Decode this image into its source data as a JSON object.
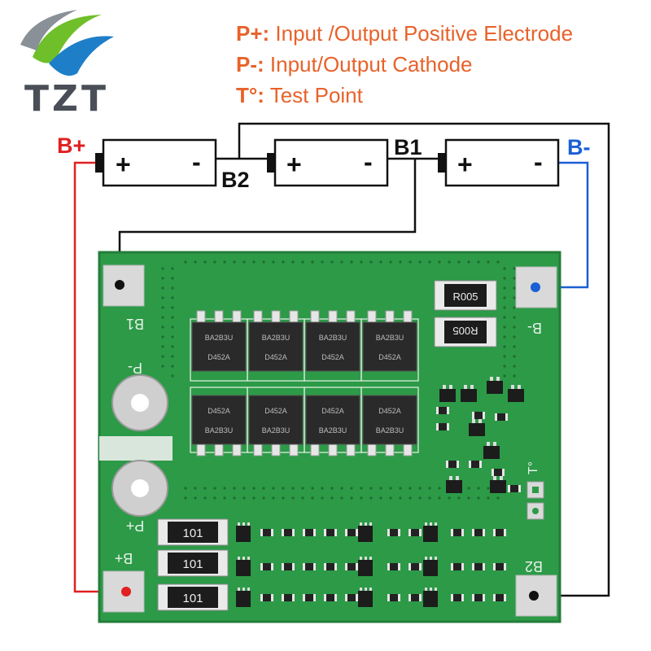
{
  "logo": {
    "text": "TZT",
    "colors": {
      "green": "#6fbf2a",
      "blue": "#1e7fc8",
      "gray": "#4a4f57"
    }
  },
  "legend": [
    {
      "key": "P+:",
      "desc": " Input /Output Positive Electrode"
    },
    {
      "key": "P-:",
      "desc": " Input/Output Cathode"
    },
    {
      "key": "T°:",
      "desc": " Test Point"
    }
  ],
  "battery": {
    "cells": [
      {
        "plus": "+",
        "minus": "-"
      },
      {
        "plus": "+",
        "minus": "-"
      },
      {
        "plus": "+",
        "minus": "-"
      }
    ],
    "labels": {
      "bplus": "B+",
      "b2": "B2",
      "b1": "B1",
      "bminus": "B-"
    }
  },
  "board": {
    "pad_labels": {
      "b1": "B1",
      "pminus": "P-",
      "pplus": "P+",
      "bplus": "B+",
      "bminus": "B-",
      "b2": "B2",
      "t": "T°"
    },
    "resistors_large": [
      "101",
      "101",
      "101"
    ],
    "shunts": [
      "R005",
      "R005"
    ],
    "mosfets_top": [
      "BA2B3U",
      "BA2B3U",
      "BA2B3U",
      "BA2B3U"
    ],
    "mosfets_top_code": [
      "D452A",
      "D452A",
      "D452A",
      "D452A"
    ],
    "mosfets_bottom": [
      "D452A",
      "D452A",
      "D452A",
      "D452A"
    ],
    "mosfets_bottom_code": [
      "BA2B3U",
      "BA2B3U",
      "BA2B3U",
      "BA2B3U"
    ]
  },
  "colors": {
    "pcb": "#2c9a47",
    "wire_red": "#e02020",
    "wire_blue": "#1a5fd6",
    "wire_black": "#111111",
    "legend": "#e8622a"
  }
}
